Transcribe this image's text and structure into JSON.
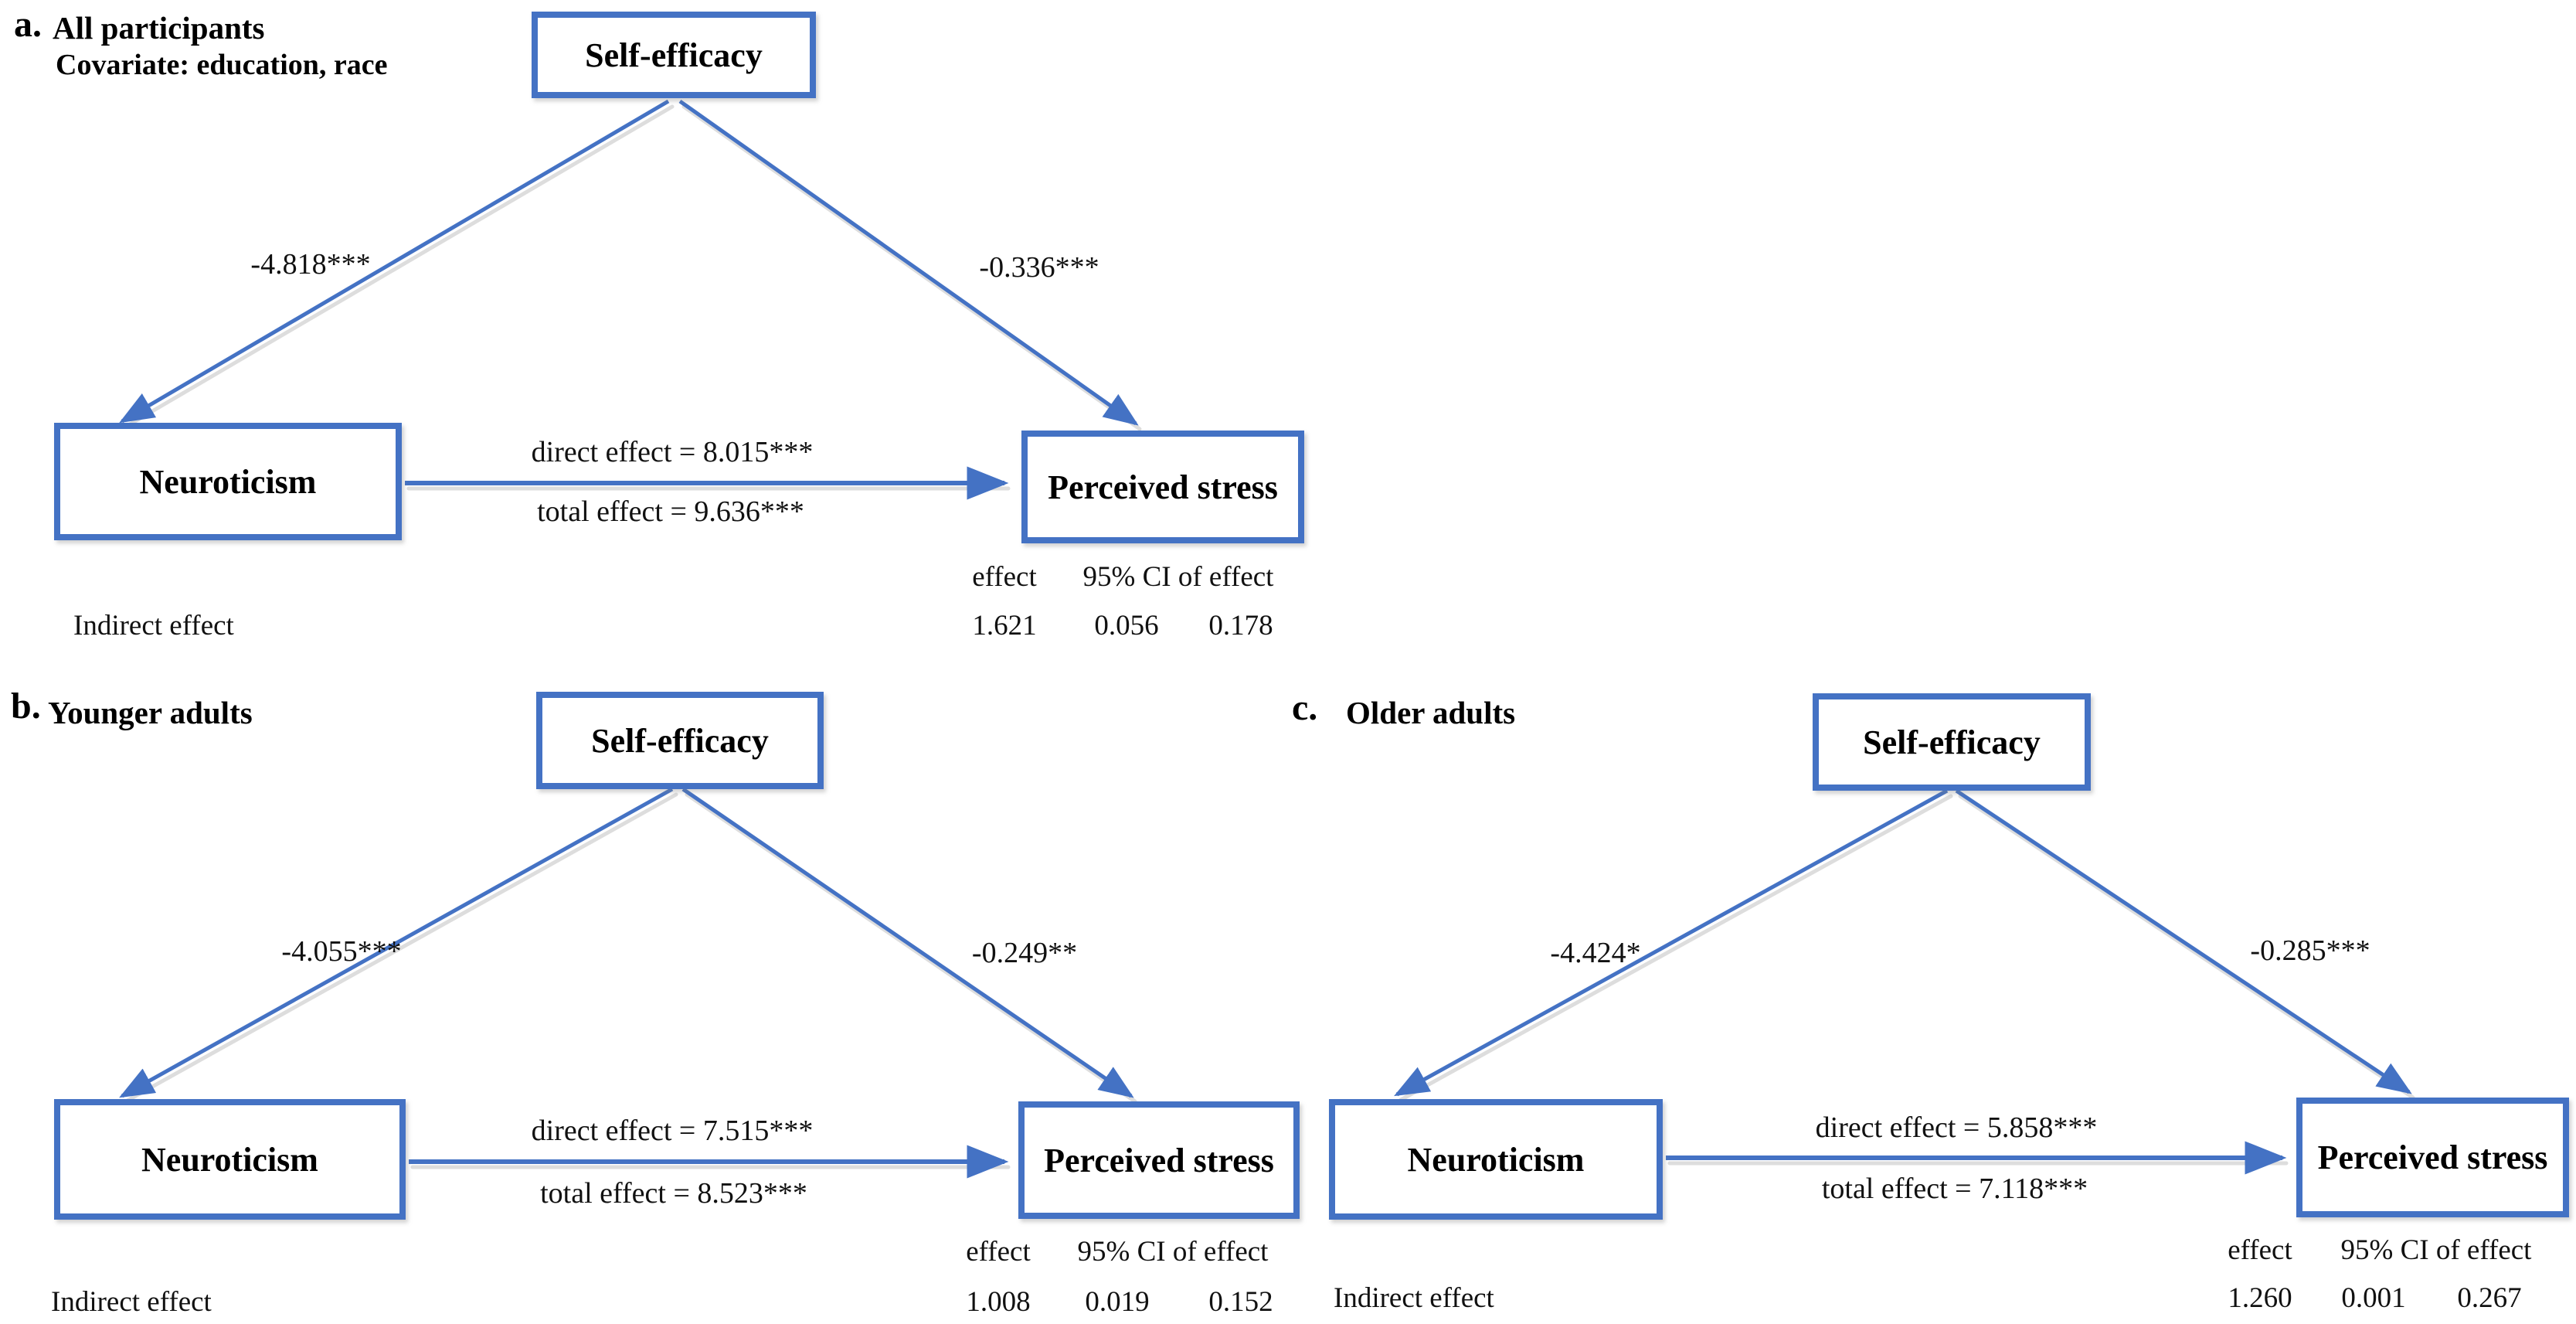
{
  "accent_color": "#4472C4",
  "table": {
    "effect_header": "effect",
    "ci_header": "95% CI of effect",
    "row_label": "Indirect effect"
  },
  "diagrams": [
    {
      "tag": "a.",
      "title": "All participants",
      "subtitle": "Covariate: education, race",
      "mediator": "Self-efficacy",
      "iv": "Neuroticism",
      "dv": "Perceived stress",
      "a_path": "-4.818***",
      "b_path": "-0.336***",
      "direct": "direct effect = 8.015***",
      "total": "total effect = 9.636***",
      "indirect": {
        "effect": "1.621",
        "ci_low": "0.056",
        "ci_high": "0.178"
      }
    },
    {
      "tag": "b.",
      "title": "Younger adults",
      "mediator": "Self-efficacy",
      "iv": "Neuroticism",
      "dv": "Perceived stress",
      "a_path": "-4.055***",
      "b_path": "-0.249**",
      "direct": "direct effect = 7.515***",
      "total": "total effect = 8.523***",
      "indirect": {
        "effect": "1.008",
        "ci_low": "0.019",
        "ci_high": "0.152"
      }
    },
    {
      "tag": "c.",
      "title": "Older adults",
      "mediator": "Self-efficacy",
      "iv": "Neuroticism",
      "dv": "Perceived stress",
      "a_path": "-4.424*",
      "b_path": "-0.285***",
      "direct": "direct effect = 5.858***",
      "total": "total effect = 7.118***",
      "indirect": {
        "effect": "1.260",
        "ci_low": "0.001",
        "ci_high": "0.267"
      }
    }
  ]
}
